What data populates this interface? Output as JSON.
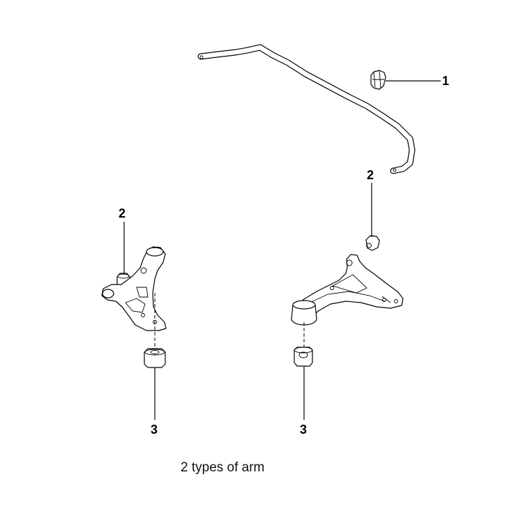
{
  "callouts": {
    "bushing_top": "1",
    "link_bushing_left": "2",
    "link_bushing_right": "2",
    "arm_bushing_left": "3",
    "arm_bushing_right": "3"
  },
  "caption": "2 types of arm",
  "colors": {
    "line": "#000000",
    "background": "#ffffff"
  }
}
